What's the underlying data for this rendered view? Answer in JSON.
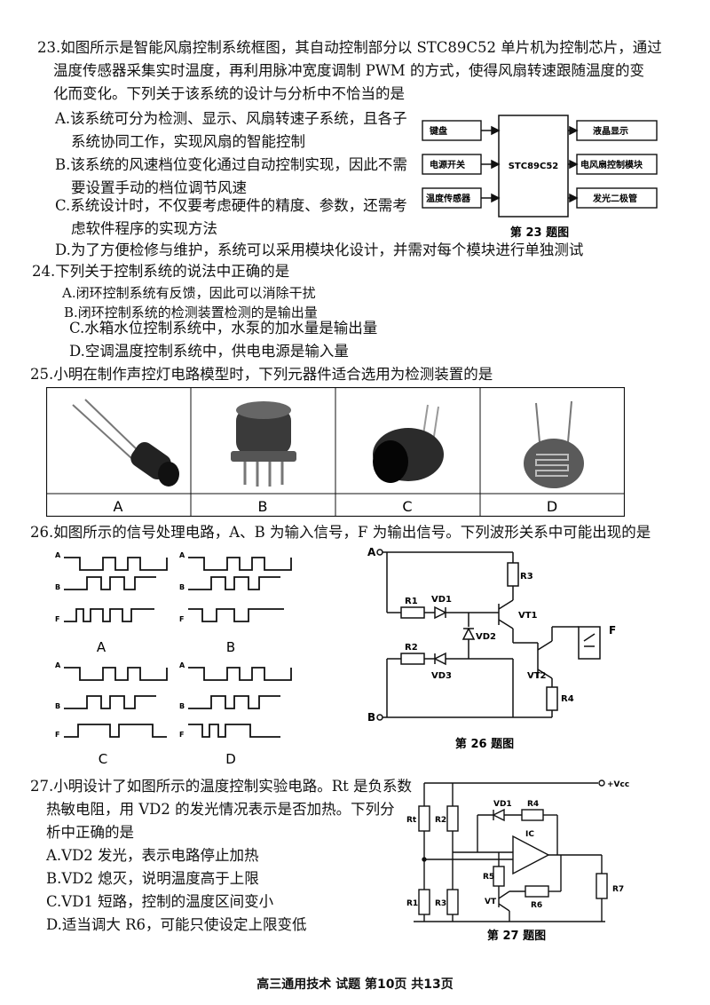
{
  "q23": {
    "stem_line1": "23.如图所示是智能风扇控制系统框图，其自动控制部分以 STC89C52 单片机为控制芯片，通过",
    "stem_line2": "温度传感器采集实时温度，再利用脉冲宽度调制 PWM 的方式，使得风扇转速跟随温度的变",
    "stem_line3": "化而变化。下列关于该系统的设计与分析中不恰当的是",
    "options": [
      {
        "l1": "A.该系统可分为检测、显示、风扇转速子系统，且各子",
        "l2": "系统协同工作，实现风扇的智能控制"
      },
      {
        "l1": "B.该系统的风速档位变化通过自动控制实现，因此不需",
        "l2": "要设置手动的档位调节风速"
      },
      {
        "l1": "C.系统设计时，不仅要考虑硬件的精度、参数，还需考",
        "l2": "虑软件程序的实现方法"
      },
      {
        "l1": "D.为了方便检修与维护，系统可以采用模块化设计，并需对每个模块进行单独测试",
        "l2": ""
      }
    ],
    "diagram": {
      "mcu": "STC89C52",
      "left_blocks": [
        "键盘",
        "电源开关",
        "温度传感器"
      ],
      "right_blocks": [
        "液晶显示",
        "电风扇控制模块",
        "发光二极管"
      ],
      "caption": "第 23 题图"
    }
  },
  "q24": {
    "stem": "24.下列关于控制系统的说法中正确的是",
    "options": [
      "A.闭环控制系统有反馈，因此可以消除干扰",
      "B.闭环控制系统的检测装置检测的是输出量",
      "C.水箱水位控制系统中，水泵的加水量是输出量",
      "D.空调温度控制系统中，供电电源是输入量"
    ]
  },
  "q25": {
    "stem": "25.小明在制作声控灯电路模型时，下列元器件适合选用为检测装置的是",
    "labels": [
      "A",
      "B",
      "C",
      "D"
    ]
  },
  "q26": {
    "stem": "26.如图所示的信号处理电路，A、B 为输入信号，F 为输出信号。下列波形关系中可能出现的是",
    "wave_options": [
      "A",
      "B",
      "C",
      "D"
    ],
    "wave_rows": [
      "A",
      "B",
      "F"
    ],
    "circuit": {
      "in_a": "A",
      "in_b": "B",
      "out_f": "F",
      "R1": "R1",
      "R2": "R2",
      "R3": "R3",
      "R4": "R4",
      "VD1": "VD1",
      "VD2": "VD2",
      "VD3": "VD3",
      "VT1": "VT1",
      "VT2": "VT2"
    },
    "caption": "第 26 题图"
  },
  "q27": {
    "stem_line1": "27.小明设计了如图所示的温度控制实验电路。Rt 是负系数",
    "stem_line2": "热敏电阻，用 VD2 的发光情况表示是否加热。下列分",
    "stem_line3": "析中正确的是",
    "options": [
      "A.VD2 发光，表示电路停止加热",
      "B.VD2 熄灭，说明温度高于上限",
      "C.VD1 短路，控制的温度区间变小",
      "D.适当调大 R6，可能只使设定上限变低"
    ],
    "circuit": {
      "vcc": "+Vcc",
      "Rt": "Rt",
      "R1": "R1",
      "R2": "R2",
      "R3": "R3",
      "R4": "R4",
      "R5": "R5",
      "R6": "R6",
      "R7": "R7",
      "VD1": "VD1",
      "IC": "IC",
      "VT": "VT"
    },
    "caption": "第 27 题图"
  },
  "footer": "高三通用技术 试题 第10页 共13页"
}
